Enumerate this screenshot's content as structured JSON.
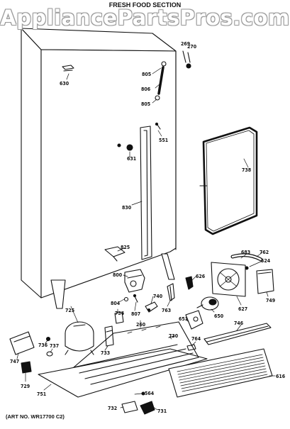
{
  "watermark": "AppliancePartsPros.com",
  "section_title": "FRESH FOOD SECTION",
  "art_number": "(ART NO. WR17700 C2)",
  "callouts": [
    "269",
    "270",
    "630",
    "805",
    "806",
    "805",
    "551",
    "631",
    "738",
    "830",
    "825",
    "683",
    "762",
    "524",
    "800",
    "626",
    "749",
    "804",
    "740",
    "807",
    "734",
    "763",
    "627",
    "650",
    "725",
    "651",
    "260",
    "746",
    "736",
    "737",
    "747",
    "733",
    "730",
    "764",
    "616",
    "729",
    "751",
    "564",
    "732",
    "731"
  ]
}
